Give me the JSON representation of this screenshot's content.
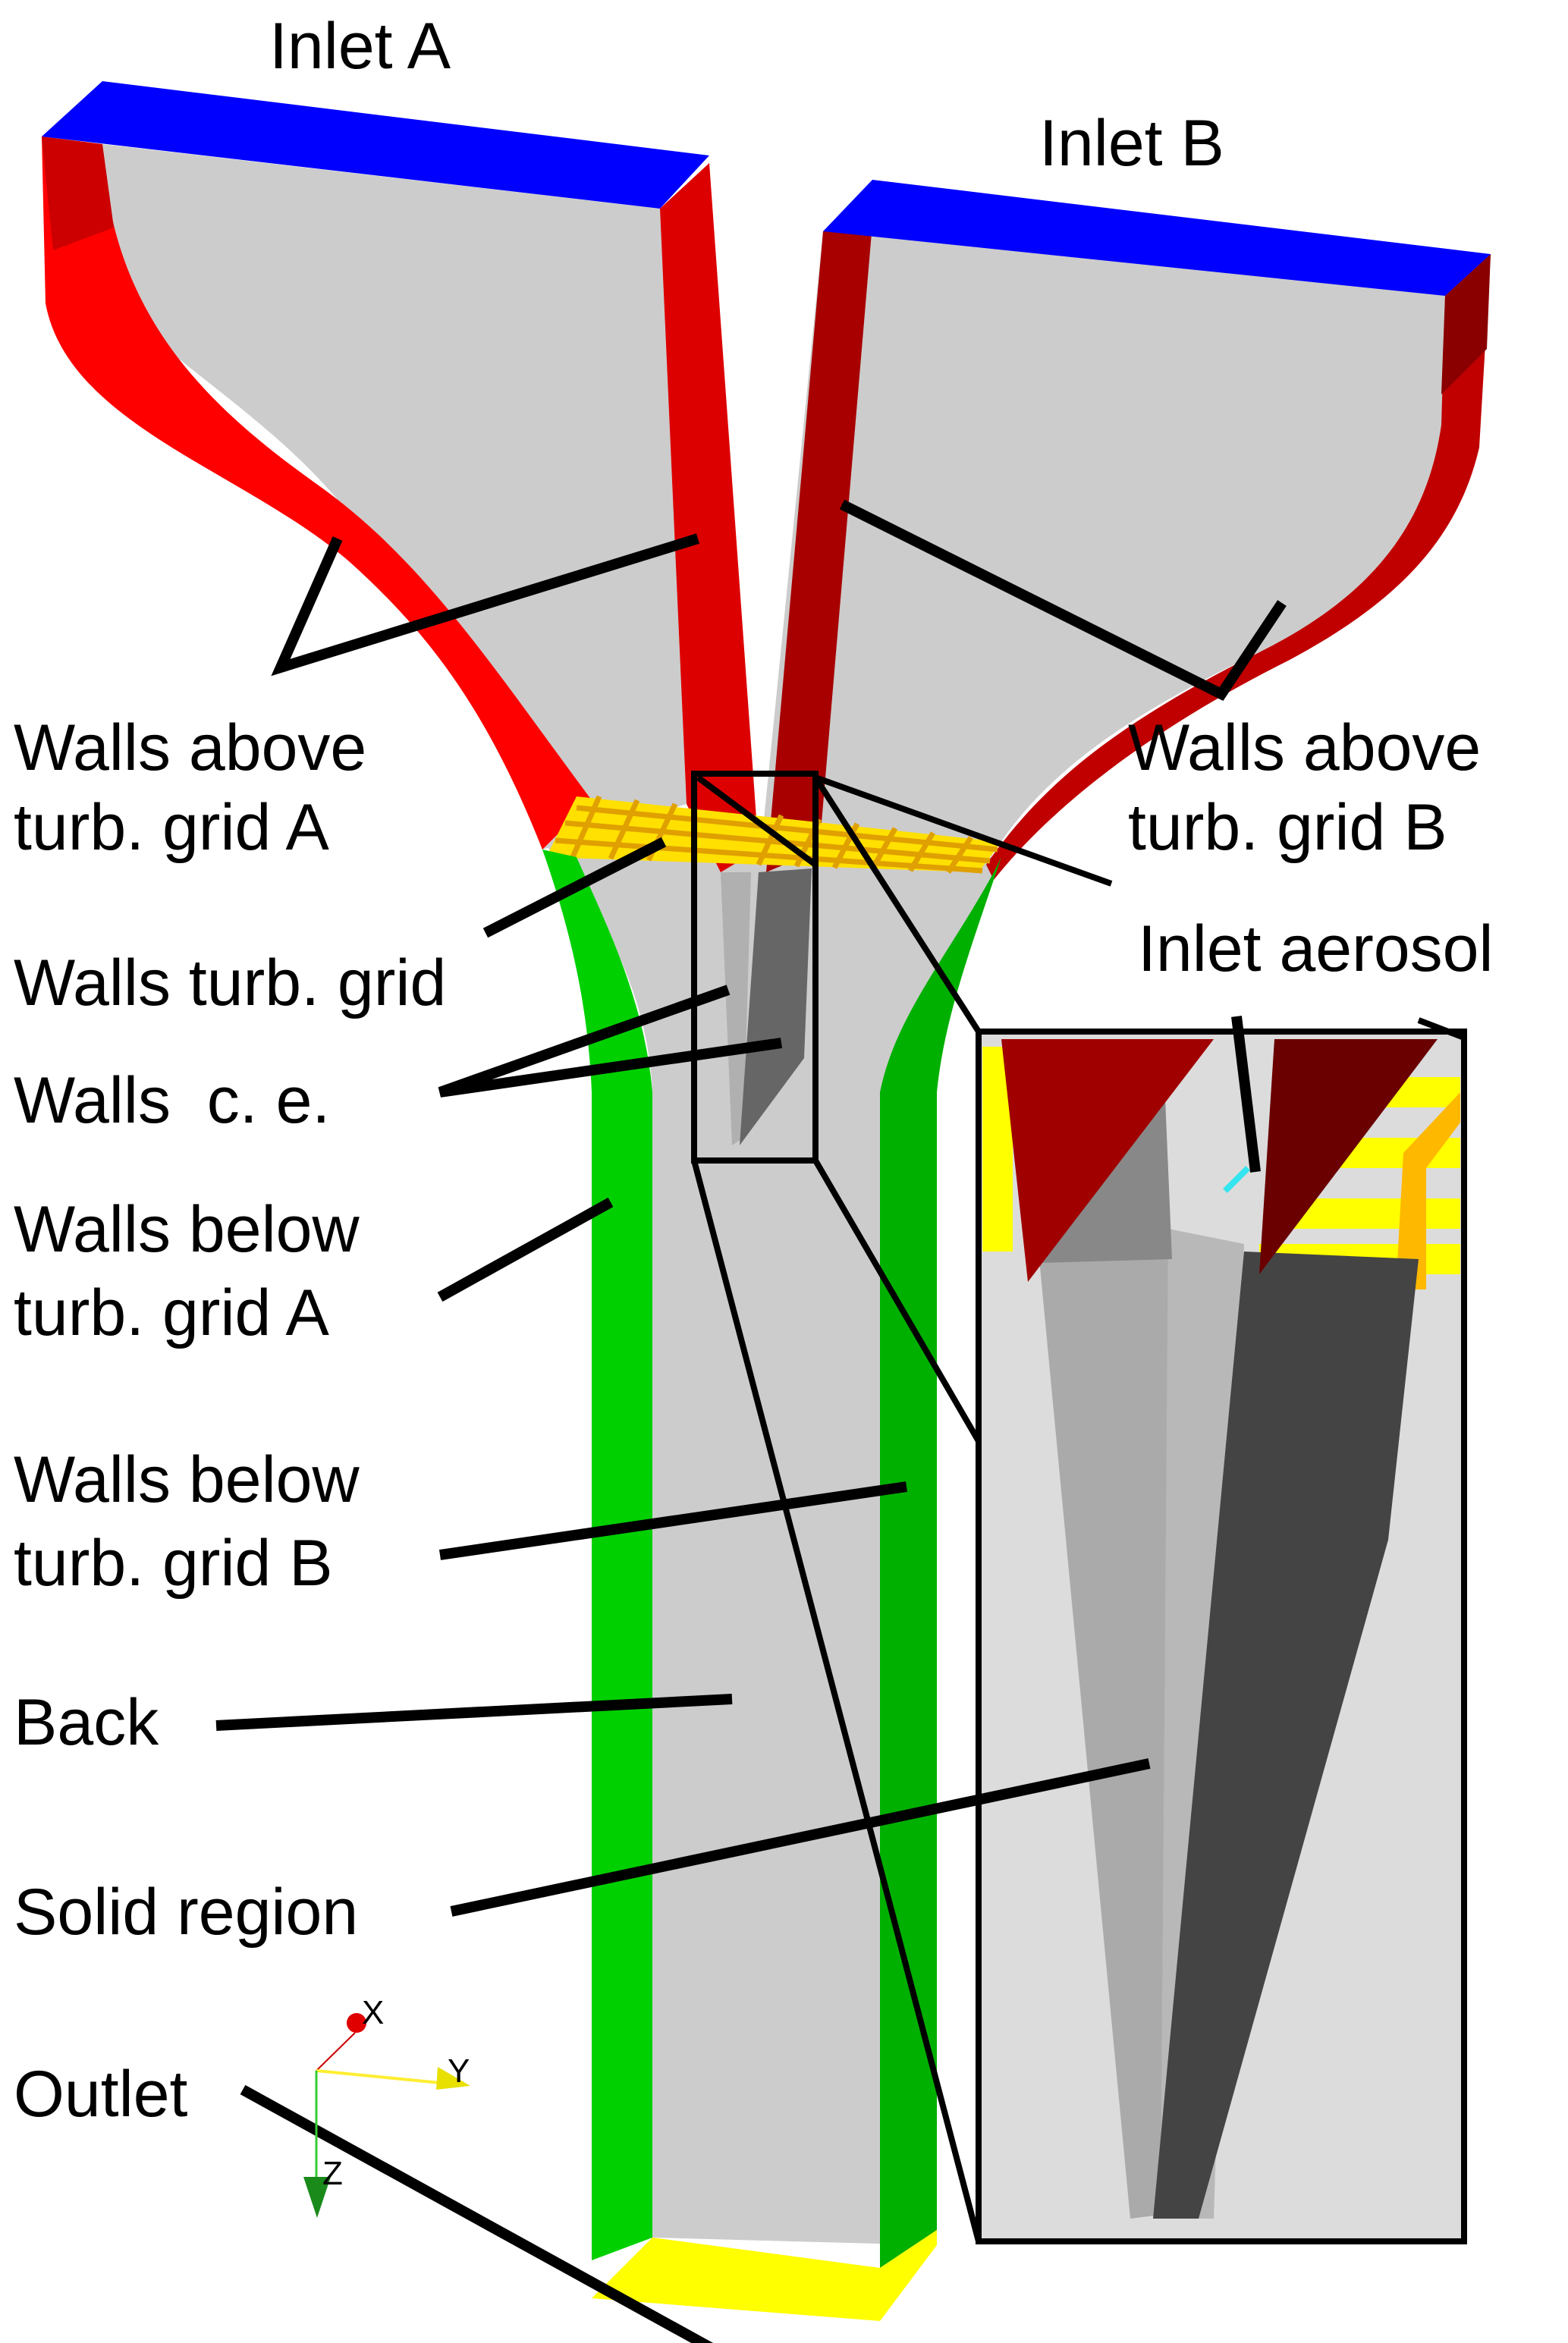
{
  "figure": {
    "type": "labeled 3D geometry of mixing channel with two inlets",
    "labels": {
      "inlet_a": "Inlet A",
      "inlet_b": "Inlet B",
      "walls_above_a_1": "Walls above",
      "walls_above_a_2": "turb. grid A",
      "walls_above_b_1": "Walls above",
      "walls_above_b_2": "turb. grid B",
      "walls_turb_grid": "Walls turb. grid",
      "inlet_aerosol": "Inlet aerosol",
      "walls_ce": "Walls  c. e.",
      "walls_below_a_1": "Walls below",
      "walls_below_a_2": "turb. grid A",
      "walls_below_b_1": "Walls below",
      "walls_below_b_2": "turb. grid B",
      "back": "Back",
      "solid_region": "Solid region",
      "outlet": "Outlet"
    },
    "axes": {
      "x": "X",
      "y": "Y",
      "z": "Z"
    },
    "colors": {
      "inlet": "#0000ff",
      "walls_above_a": "#ff0000",
      "walls_above_b": "#a80000",
      "walls_below": "#00c000",
      "turb_grid": "#ffd400",
      "turb_grid_edge": "#e0a000",
      "back": "#cccccc",
      "solid_region_light": "#aaaaaa",
      "solid_region_dark": "#444444",
      "outlet": "#ffff00",
      "inlet_aerosol": "#33e5ee"
    }
  }
}
